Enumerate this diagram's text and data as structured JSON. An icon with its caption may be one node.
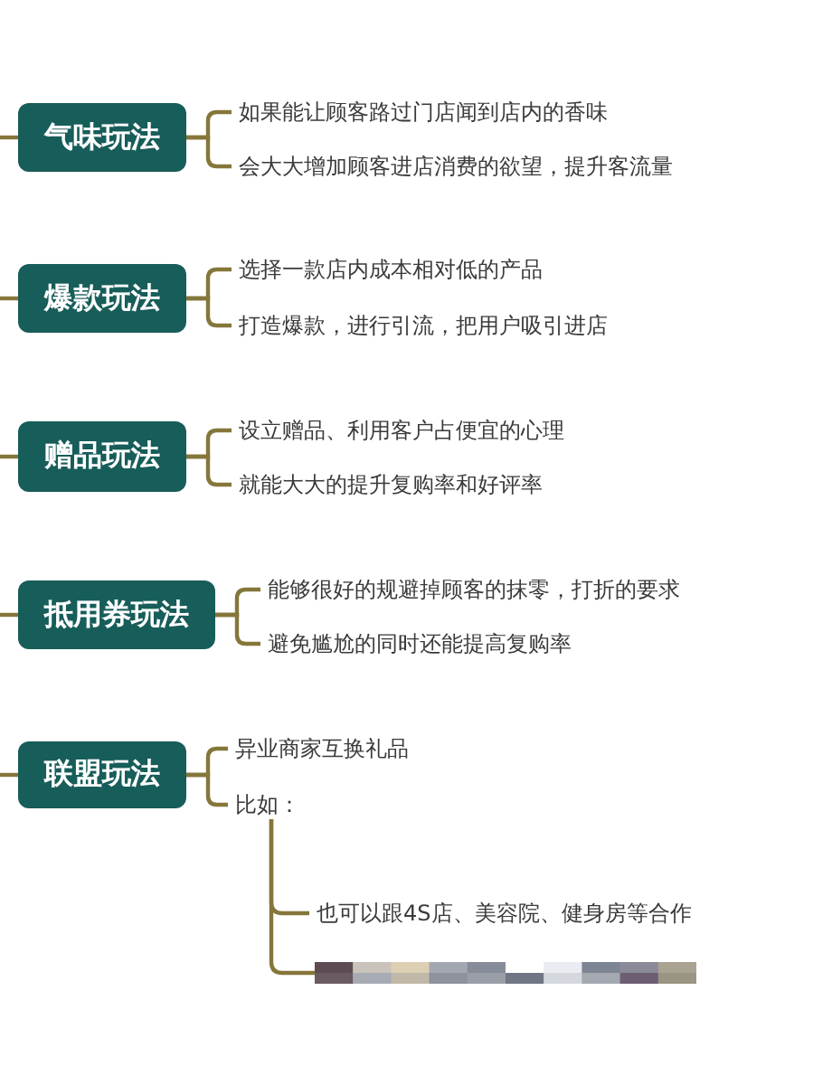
{
  "diagram": {
    "nodes": [
      {
        "text": [
          "气味玩法"
        ]
      },
      {
        "text": [
          "如果能让顾客路过门店闻到店内的香味"
        ]
      },
      {
        "text": [
          "会大大增加顾客进店消费的欲望，提升客流量"
        ]
      },
      {
        "text": [
          "爆款玩法"
        ]
      },
      {
        "text": [
          "选择一款店内成本相对低的产品"
        ]
      },
      {
        "text": [
          "打造爆款，进行引流，把用户吸引进店"
        ]
      },
      {
        "text": [
          "赠品玩法"
        ]
      },
      {
        "text": [
          "设立赠品、利用客户占便宜的心理"
        ]
      },
      {
        "text": [
          "就能大大的提升复购率和好评率"
        ]
      },
      {
        "text": [
          "抵用券玩法"
        ]
      },
      {
        "text": [
          "能够很好的规避掉顾客的抹零，打折的要求"
        ]
      },
      {
        "text": [
          "避免尴尬的同时还能提高复购率"
        ]
      },
      {
        "text": [
          "联盟玩法"
        ]
      },
      {
        "text": [
          "异业商家互换礼品"
        ]
      },
      {
        "text": [
          "比如："
        ]
      },
      {
        "text": [
          "也可以跟4S店、美容院、健身房等合作"
        ]
      },
      {
        "text": [],
        "shape": "bar"
      }
    ],
    "edges": [
      {
        "from": null,
        "to": 0,
        "arrow": "none"
      },
      {
        "from": 0,
        "to": 1,
        "arrow": "none"
      },
      {
        "from": 0,
        "to": 2,
        "arrow": "none"
      },
      {
        "from": null,
        "to": 3,
        "arrow": "none"
      },
      {
        "from": 3,
        "to": 4,
        "arrow": "none"
      },
      {
        "from": 3,
        "to": 5,
        "arrow": "none"
      },
      {
        "from": null,
        "to": 6,
        "arrow": "none"
      },
      {
        "from": 6,
        "to": 7,
        "arrow": "none"
      },
      {
        "from": 6,
        "to": 8,
        "arrow": "none"
      },
      {
        "from": null,
        "to": 9,
        "arrow": "none"
      },
      {
        "from": 9,
        "to": 10,
        "arrow": "none"
      },
      {
        "from": 9,
        "to": 11,
        "arrow": "none"
      },
      {
        "from": null,
        "to": 12,
        "arrow": "none"
      },
      {
        "from": 12,
        "to": 13,
        "arrow": "none"
      },
      {
        "from": 12,
        "to": 14,
        "arrow": "none"
      },
      {
        "from": 14,
        "to": 15,
        "arrow": "none"
      },
      {
        "from": 14,
        "to": 16,
        "arrow": "none"
      }
    ]
  }
}
